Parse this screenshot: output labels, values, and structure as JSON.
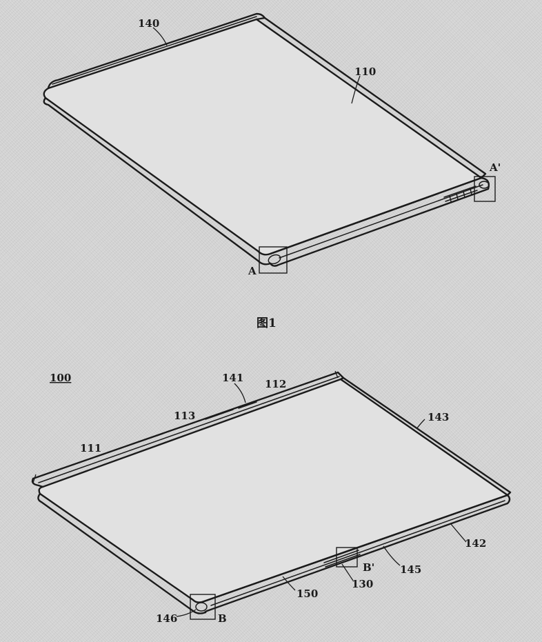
{
  "figure_1": {
    "caption": "图1",
    "refs": {
      "r140": "140",
      "r110": "110",
      "rA": "A",
      "rAp": "A'"
    }
  },
  "figure_2": {
    "refs": {
      "r100": "100",
      "r141": "141",
      "r112": "112",
      "r113": "113",
      "r111": "111",
      "r143": "143",
      "r142": "142",
      "r145": "145",
      "rBp": "B'",
      "r130": "130",
      "r150": "150",
      "r146": "146",
      "rB": "B"
    }
  }
}
